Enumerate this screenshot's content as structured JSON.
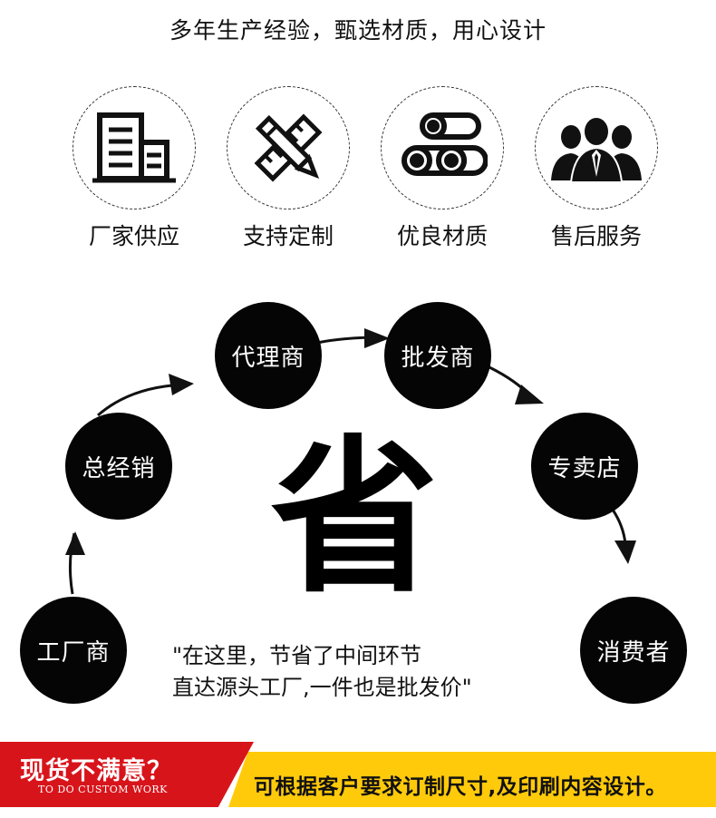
{
  "headline": "多年生产经验，甄选材质，用心设计",
  "features": [
    {
      "label": "厂家供应",
      "icon": "building-icon"
    },
    {
      "label": "支持定制",
      "icon": "ruler-pencil-icon"
    },
    {
      "label": "优良材质",
      "icon": "pipe-rolls-icon"
    },
    {
      "label": "售后服务",
      "icon": "team-icon"
    }
  ],
  "flow": {
    "nodes": [
      "工厂商",
      "总经销",
      "代理商",
      "批发商",
      "专卖店",
      "消费者"
    ],
    "center_char": "省",
    "quote_line1": "\"在这里，节省了中间环节",
    "quote_line2": "直达源头工厂,一件也是批发价\""
  },
  "banner": {
    "main": "现货不满意？",
    "sub": "TO DO CUSTOM WORK",
    "text": "可根据客户要求订制尺寸,及印刷内容设计。",
    "colors": {
      "red": "#d8141b",
      "yellow": "#ffca0a"
    }
  }
}
